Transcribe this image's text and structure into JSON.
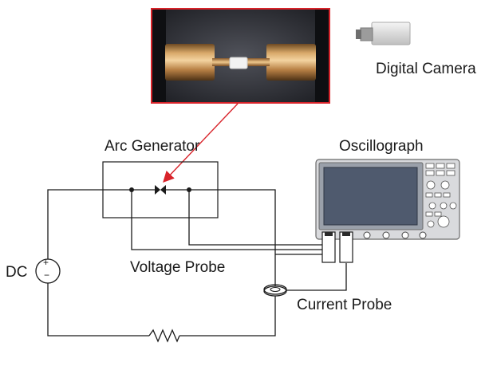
{
  "labels": {
    "digital_camera": "Digital Camera",
    "arc_generator": "Arc Generator",
    "oscillograph": "Oscillograph",
    "dc": "DC",
    "voltage_probe": "Voltage Probe",
    "current_probe": "Current Probe",
    "plus": "+",
    "minus": "−"
  },
  "colors": {
    "wire": "#1a1a1a",
    "photo_frame": "#d8232a",
    "arrow": "#d8232a",
    "scope_body": "#d9dadd",
    "scope_screen": "#4f5a6e"
  },
  "icons": {
    "camera": "camera-icon",
    "diode_pair": "arc-gap-symbol",
    "dc_source": "dc-source-icon",
    "resistor": "resistor-icon",
    "current_probe": "current-probe-ring-icon"
  }
}
